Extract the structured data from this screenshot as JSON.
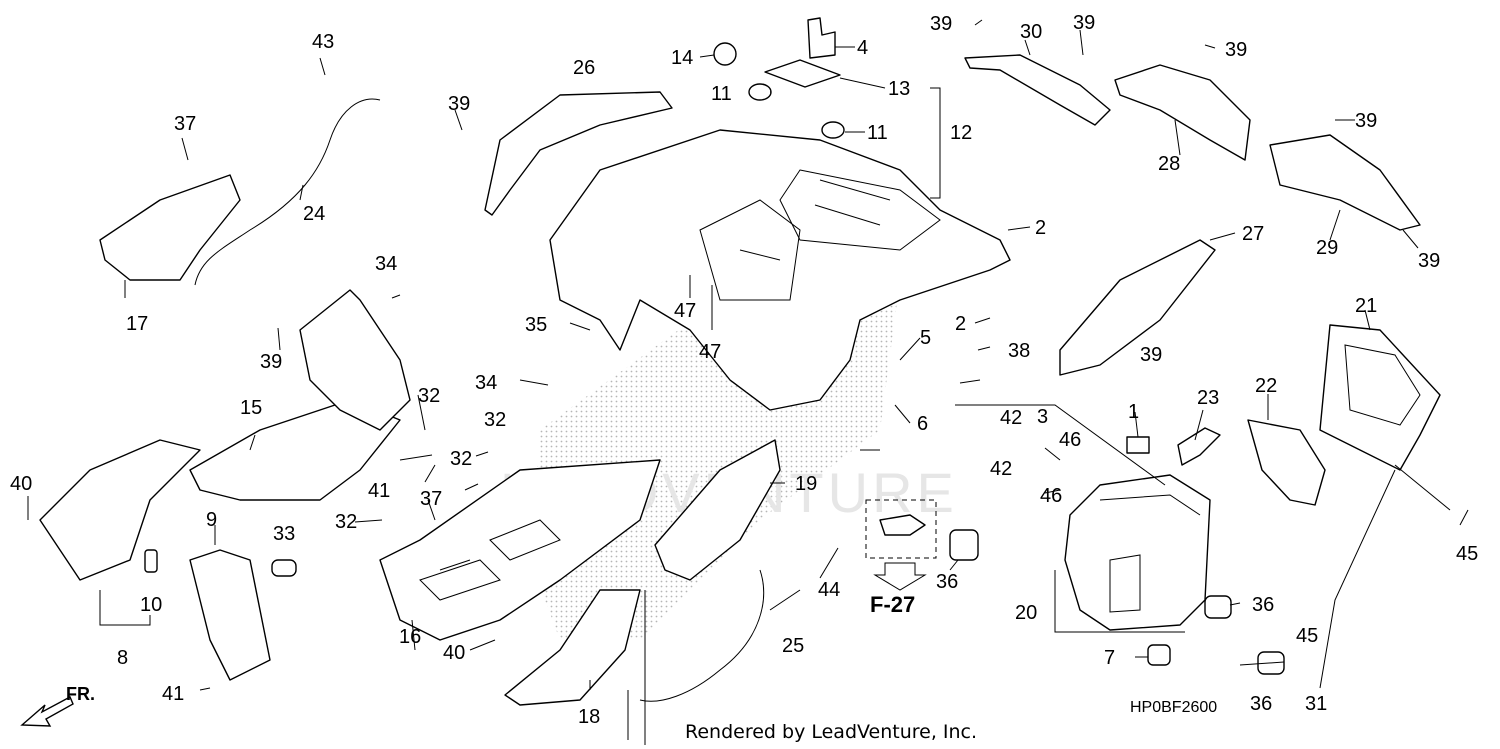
{
  "diagram": {
    "drawing_code": "HP0BF2600",
    "credit": "Rendered by LeadVenture, Inc.",
    "watermark": "LEADVENTURE",
    "front_marker": "FR.",
    "reference": "F-27",
    "callouts": [
      "1",
      "2",
      "2",
      "3",
      "4",
      "5",
      "6",
      "7",
      "8",
      "9",
      "10",
      "11",
      "11",
      "12",
      "13",
      "14",
      "15",
      "16",
      "17",
      "18",
      "19",
      "20",
      "21",
      "22",
      "23",
      "24",
      "25",
      "26",
      "27",
      "28",
      "29",
      "30",
      "31",
      "32",
      "32",
      "32",
      "32",
      "33",
      "34",
      "34",
      "35",
      "36",
      "36",
      "36",
      "37",
      "37",
      "38",
      "39",
      "39",
      "39",
      "39",
      "39",
      "39",
      "39",
      "39",
      "40",
      "40",
      "41",
      "41",
      "42",
      "42",
      "43",
      "44",
      "45",
      "45",
      "46",
      "46",
      "47",
      "47"
    ]
  }
}
